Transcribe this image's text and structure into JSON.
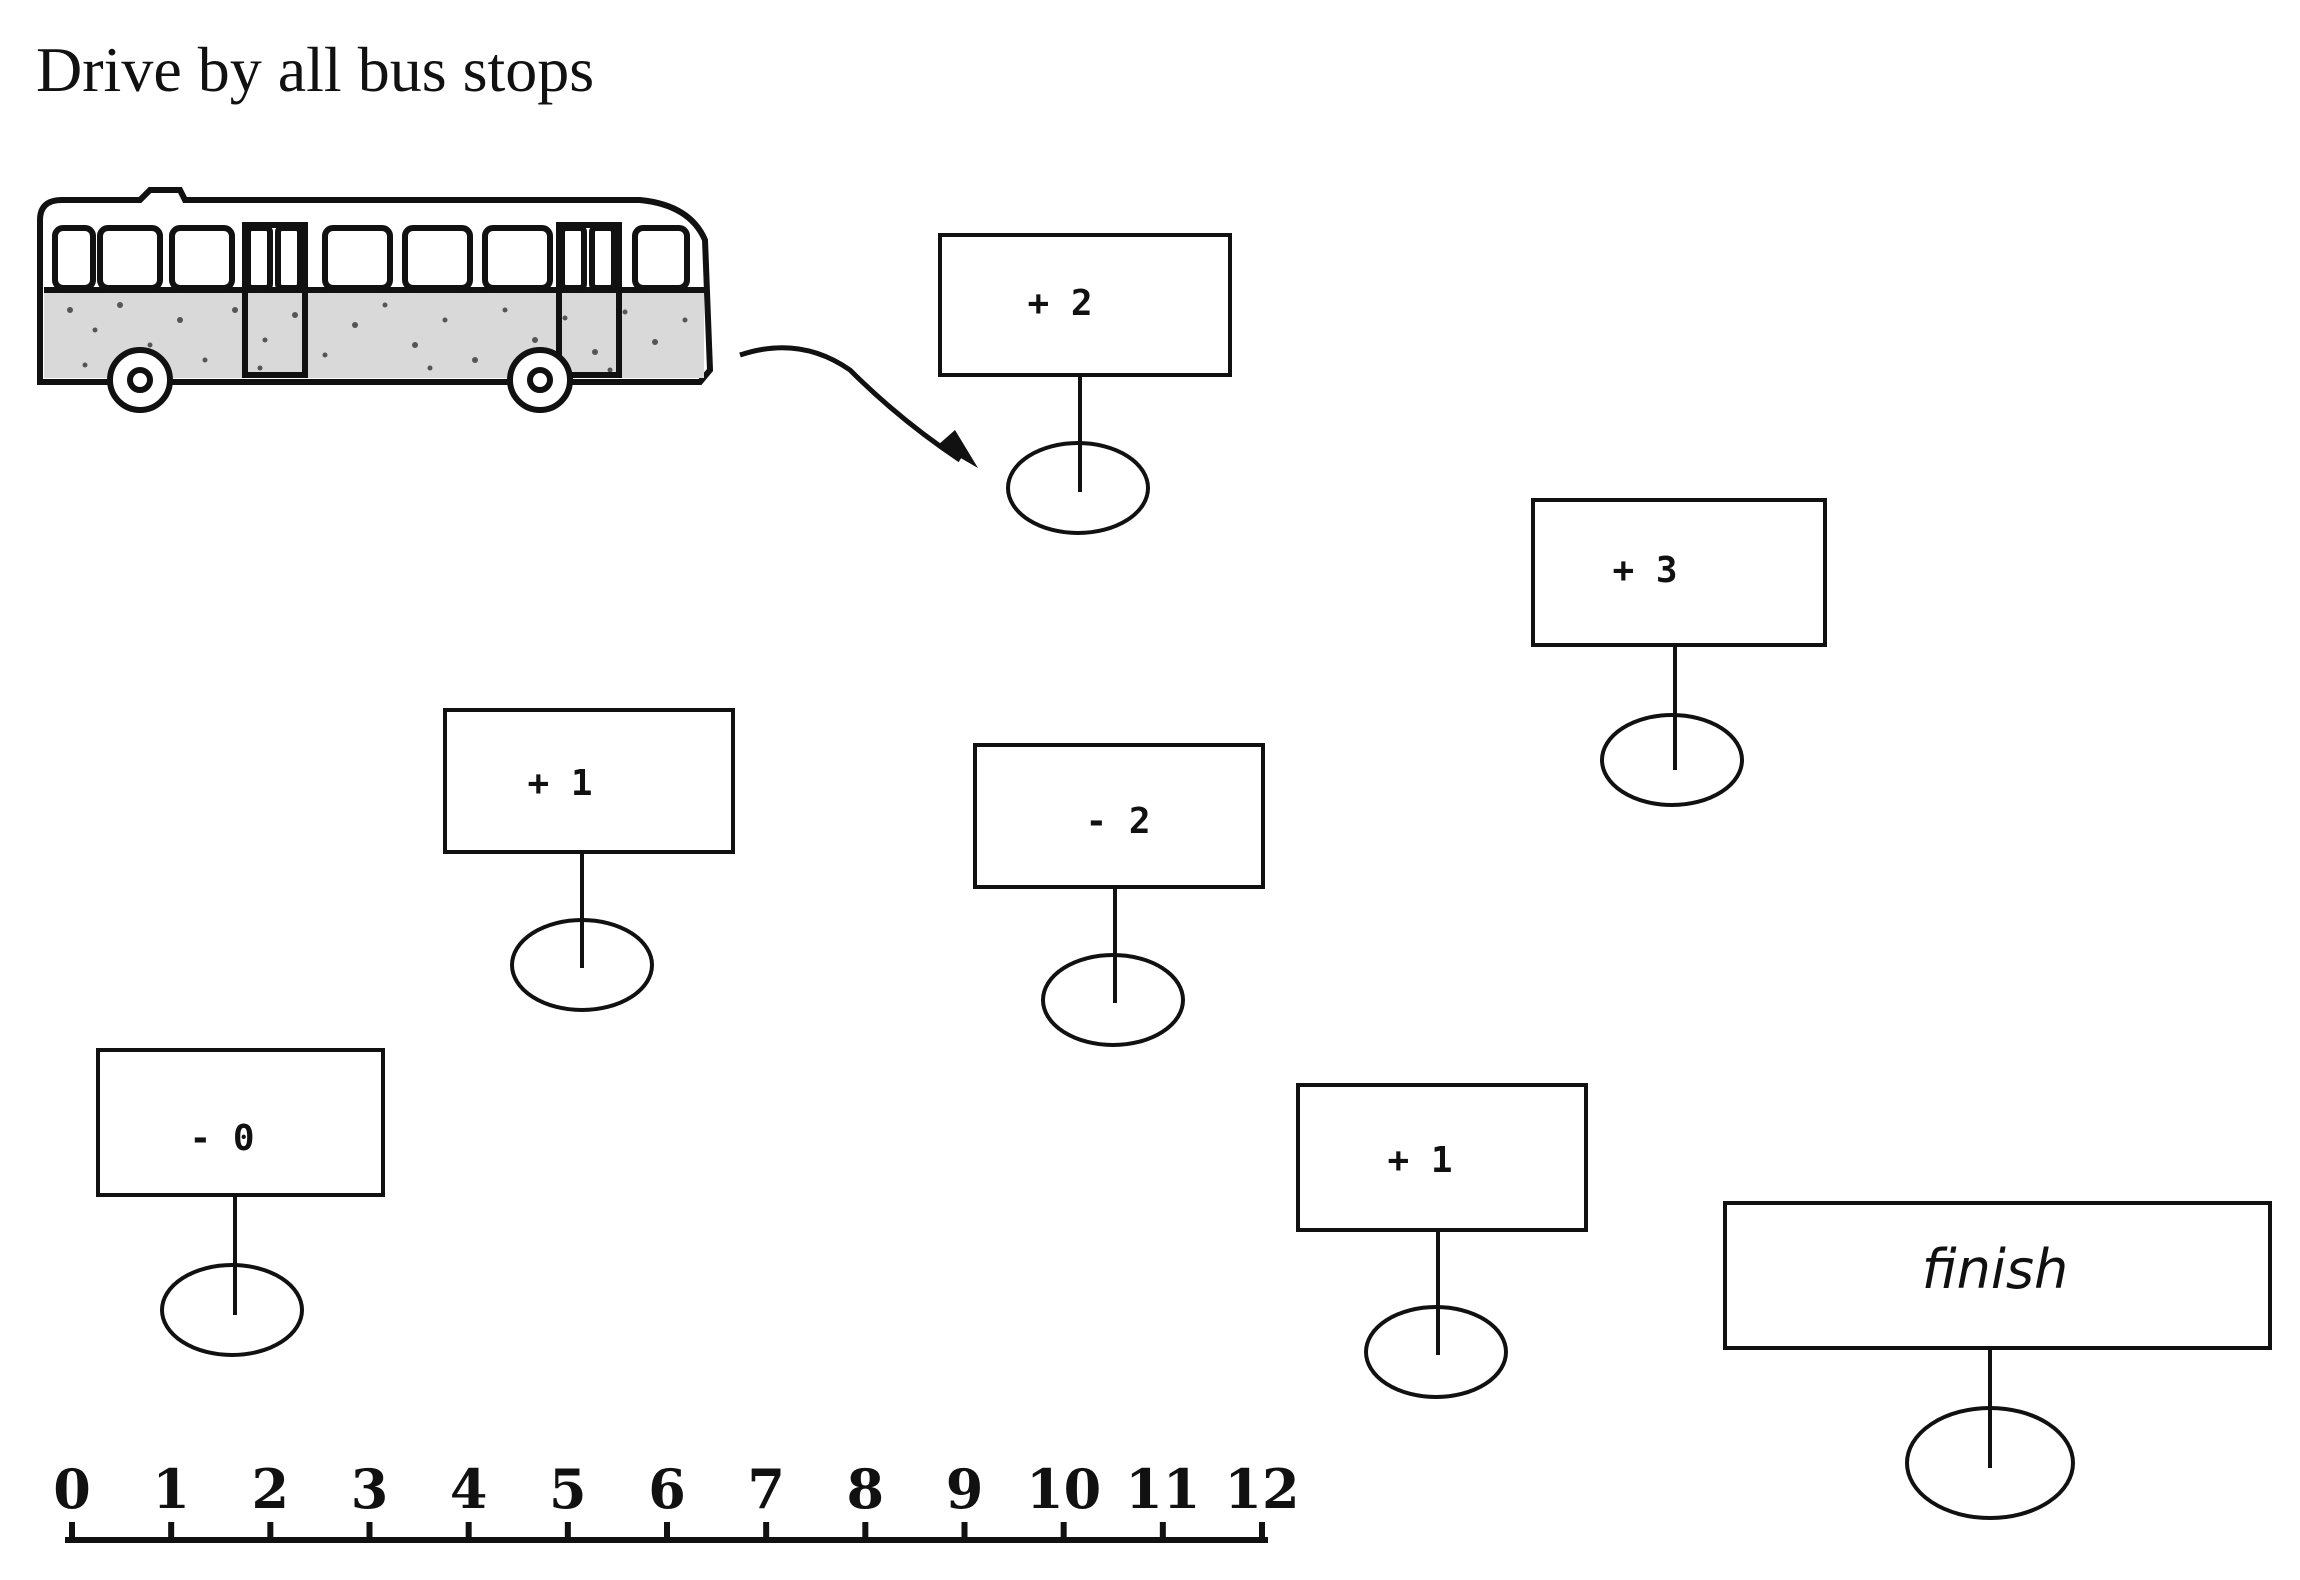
{
  "worksheet": {
    "instruction": "Drive by all bus stops"
  },
  "bus_stops": [
    {
      "name": "bus-stop-1",
      "label": "+ 2"
    },
    {
      "name": "bus-stop-2",
      "label": "+ 3"
    },
    {
      "name": "bus-stop-3",
      "label": "+ 1"
    },
    {
      "name": "bus-stop-4",
      "label": "- 2"
    },
    {
      "name": "bus-stop-5",
      "label": "- 0"
    },
    {
      "name": "bus-stop-6",
      "label": "+ 1"
    },
    {
      "name": "bus-stop-finish",
      "label": "finish"
    }
  ],
  "number_line": {
    "ticks": [
      "0",
      "1",
      "2",
      "3",
      "4",
      "5",
      "6",
      "7",
      "8",
      "9",
      "10",
      "11",
      "12"
    ]
  },
  "icons": {
    "bus": "bus-icon",
    "route_arrow": "arrow-icon"
  }
}
